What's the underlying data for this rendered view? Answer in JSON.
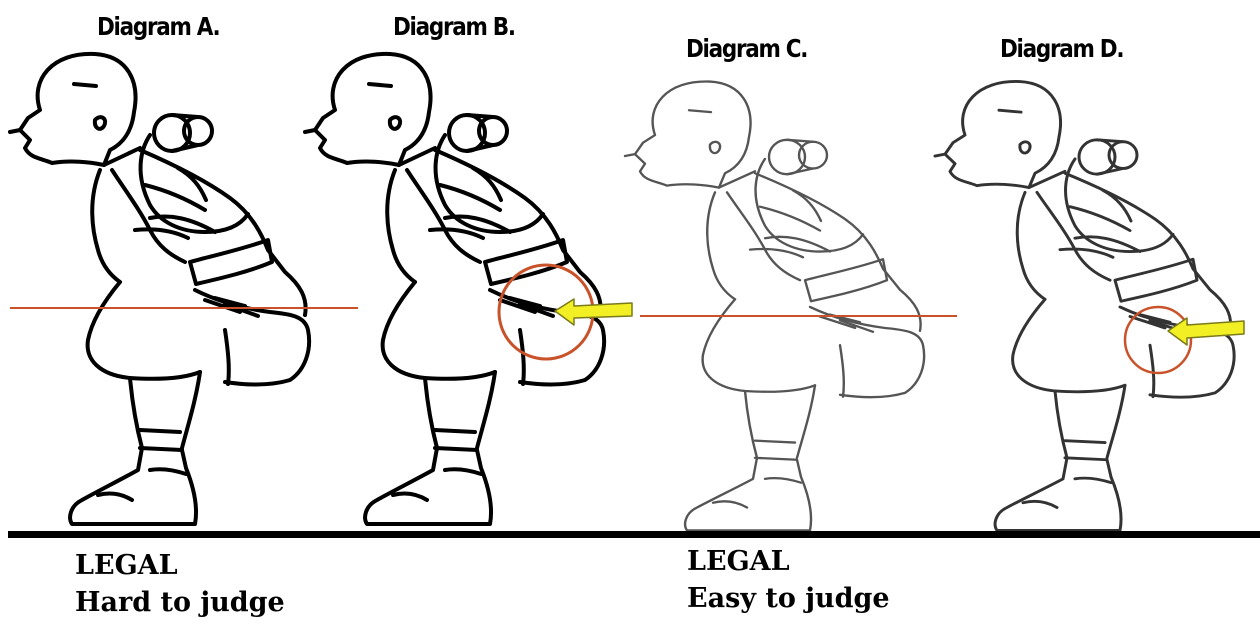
{
  "panels": [
    {
      "id": "A",
      "title": "Diagram A."
    },
    {
      "id": "B",
      "title": "Diagram B."
    },
    {
      "id": "C",
      "title": "Diagram C."
    },
    {
      "id": "D",
      "title": "Diagram D."
    }
  ],
  "captions": [
    {
      "status": "LEGAL",
      "note": "Hard to judge"
    },
    {
      "status": "LEGAL",
      "note": "Easy to judge"
    }
  ],
  "colors": {
    "parallel_line": "#c8532b",
    "highlight_circle": "#c8532b",
    "arrow_fill": "#f2f024",
    "arrow_stroke": "#7a7a1a",
    "outline_bold": "#000000",
    "outline_light": "#555555",
    "floor": "#000000"
  }
}
